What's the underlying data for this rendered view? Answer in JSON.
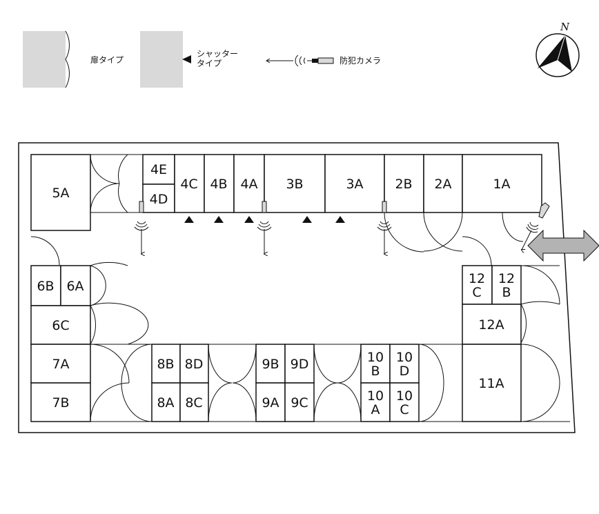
{
  "legend": {
    "door_type": "扉タイプ",
    "shutter_type_line1": "シャッター",
    "shutter_type_line2": "タイプ",
    "camera": "防犯カメラ",
    "gray": "#d9d9d9",
    "icons": [
      "door-swing-icon",
      "shutter-triangle-icon",
      "security-camera-icon"
    ]
  },
  "compass": {
    "label": "N",
    "icon": "north-arrow-icon"
  },
  "units": [
    {
      "id": "5A",
      "lines": [
        "5A"
      ]
    },
    {
      "id": "4E",
      "lines": [
        "4E"
      ]
    },
    {
      "id": "4D",
      "lines": [
        "4D"
      ]
    },
    {
      "id": "4C",
      "lines": [
        "4C"
      ]
    },
    {
      "id": "4B",
      "lines": [
        "4B"
      ]
    },
    {
      "id": "4A",
      "lines": [
        "4A"
      ]
    },
    {
      "id": "3B",
      "lines": [
        "3B"
      ]
    },
    {
      "id": "3A",
      "lines": [
        "3A"
      ]
    },
    {
      "id": "2B",
      "lines": [
        "2B"
      ]
    },
    {
      "id": "2A",
      "lines": [
        "2A"
      ]
    },
    {
      "id": "1A",
      "lines": [
        "1A"
      ]
    },
    {
      "id": "6B",
      "lines": [
        "6B"
      ]
    },
    {
      "id": "6A",
      "lines": [
        "6A"
      ]
    },
    {
      "id": "6C",
      "lines": [
        "6C"
      ]
    },
    {
      "id": "7A",
      "lines": [
        "7A"
      ]
    },
    {
      "id": "7B",
      "lines": [
        "7B"
      ]
    },
    {
      "id": "8B",
      "lines": [
        "8B"
      ]
    },
    {
      "id": "8D",
      "lines": [
        "8D"
      ]
    },
    {
      "id": "8A",
      "lines": [
        "8A"
      ]
    },
    {
      "id": "8C",
      "lines": [
        "8C"
      ]
    },
    {
      "id": "9B",
      "lines": [
        "9B"
      ]
    },
    {
      "id": "9D",
      "lines": [
        "9D"
      ]
    },
    {
      "id": "9A",
      "lines": [
        "9A"
      ]
    },
    {
      "id": "9C",
      "lines": [
        "9C"
      ]
    },
    {
      "id": "10B",
      "lines": [
        "10",
        "B"
      ]
    },
    {
      "id": "10D",
      "lines": [
        "10",
        "D"
      ]
    },
    {
      "id": "10A",
      "lines": [
        "10",
        "A"
      ]
    },
    {
      "id": "10C",
      "lines": [
        "10",
        "C"
      ]
    },
    {
      "id": "12C",
      "lines": [
        "12",
        "C"
      ]
    },
    {
      "id": "12B",
      "lines": [
        "12",
        "B"
      ]
    },
    {
      "id": "12A",
      "lines": [
        "12A"
      ]
    },
    {
      "id": "11A",
      "lines": [
        "11A"
      ]
    }
  ],
  "entrance_arrow": {
    "icon": "double-arrow-icon",
    "color": "#b3b3b3"
  }
}
